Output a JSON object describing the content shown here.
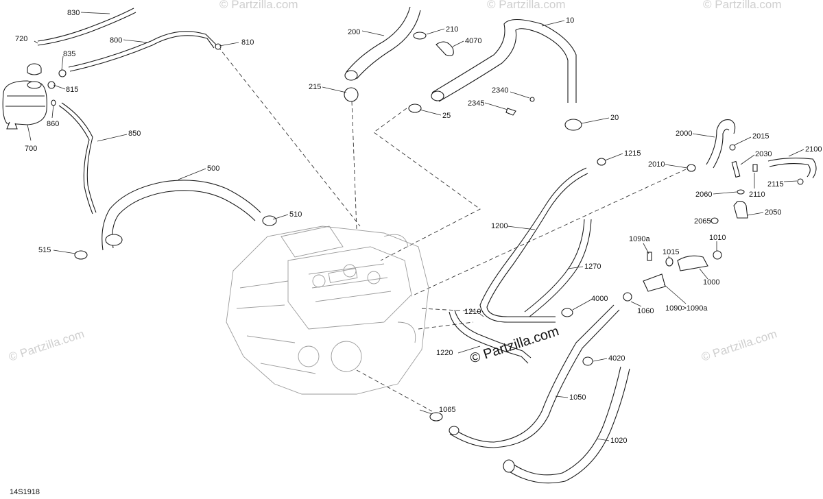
{
  "diagram_code": "14S1918",
  "watermark": "© Partzilla.com",
  "parts": [
    "830",
    "720",
    "800",
    "810",
    "835",
    "815",
    "860",
    "700",
    "850",
    "500",
    "510",
    "515",
    "200",
    "210",
    "4070",
    "10",
    "215",
    "2340",
    "2345",
    "25",
    "20",
    "2000",
    "2015",
    "2100",
    "1215",
    "2010",
    "2030",
    "2115",
    "2060",
    "2110",
    "2050",
    "2065",
    "1200",
    "1270",
    "1090a",
    "1015",
    "1010",
    "1000",
    "1090>1090a",
    "1060",
    "4000",
    "1210",
    "1220",
    "4020",
    "1065",
    "1050",
    "1020"
  ]
}
